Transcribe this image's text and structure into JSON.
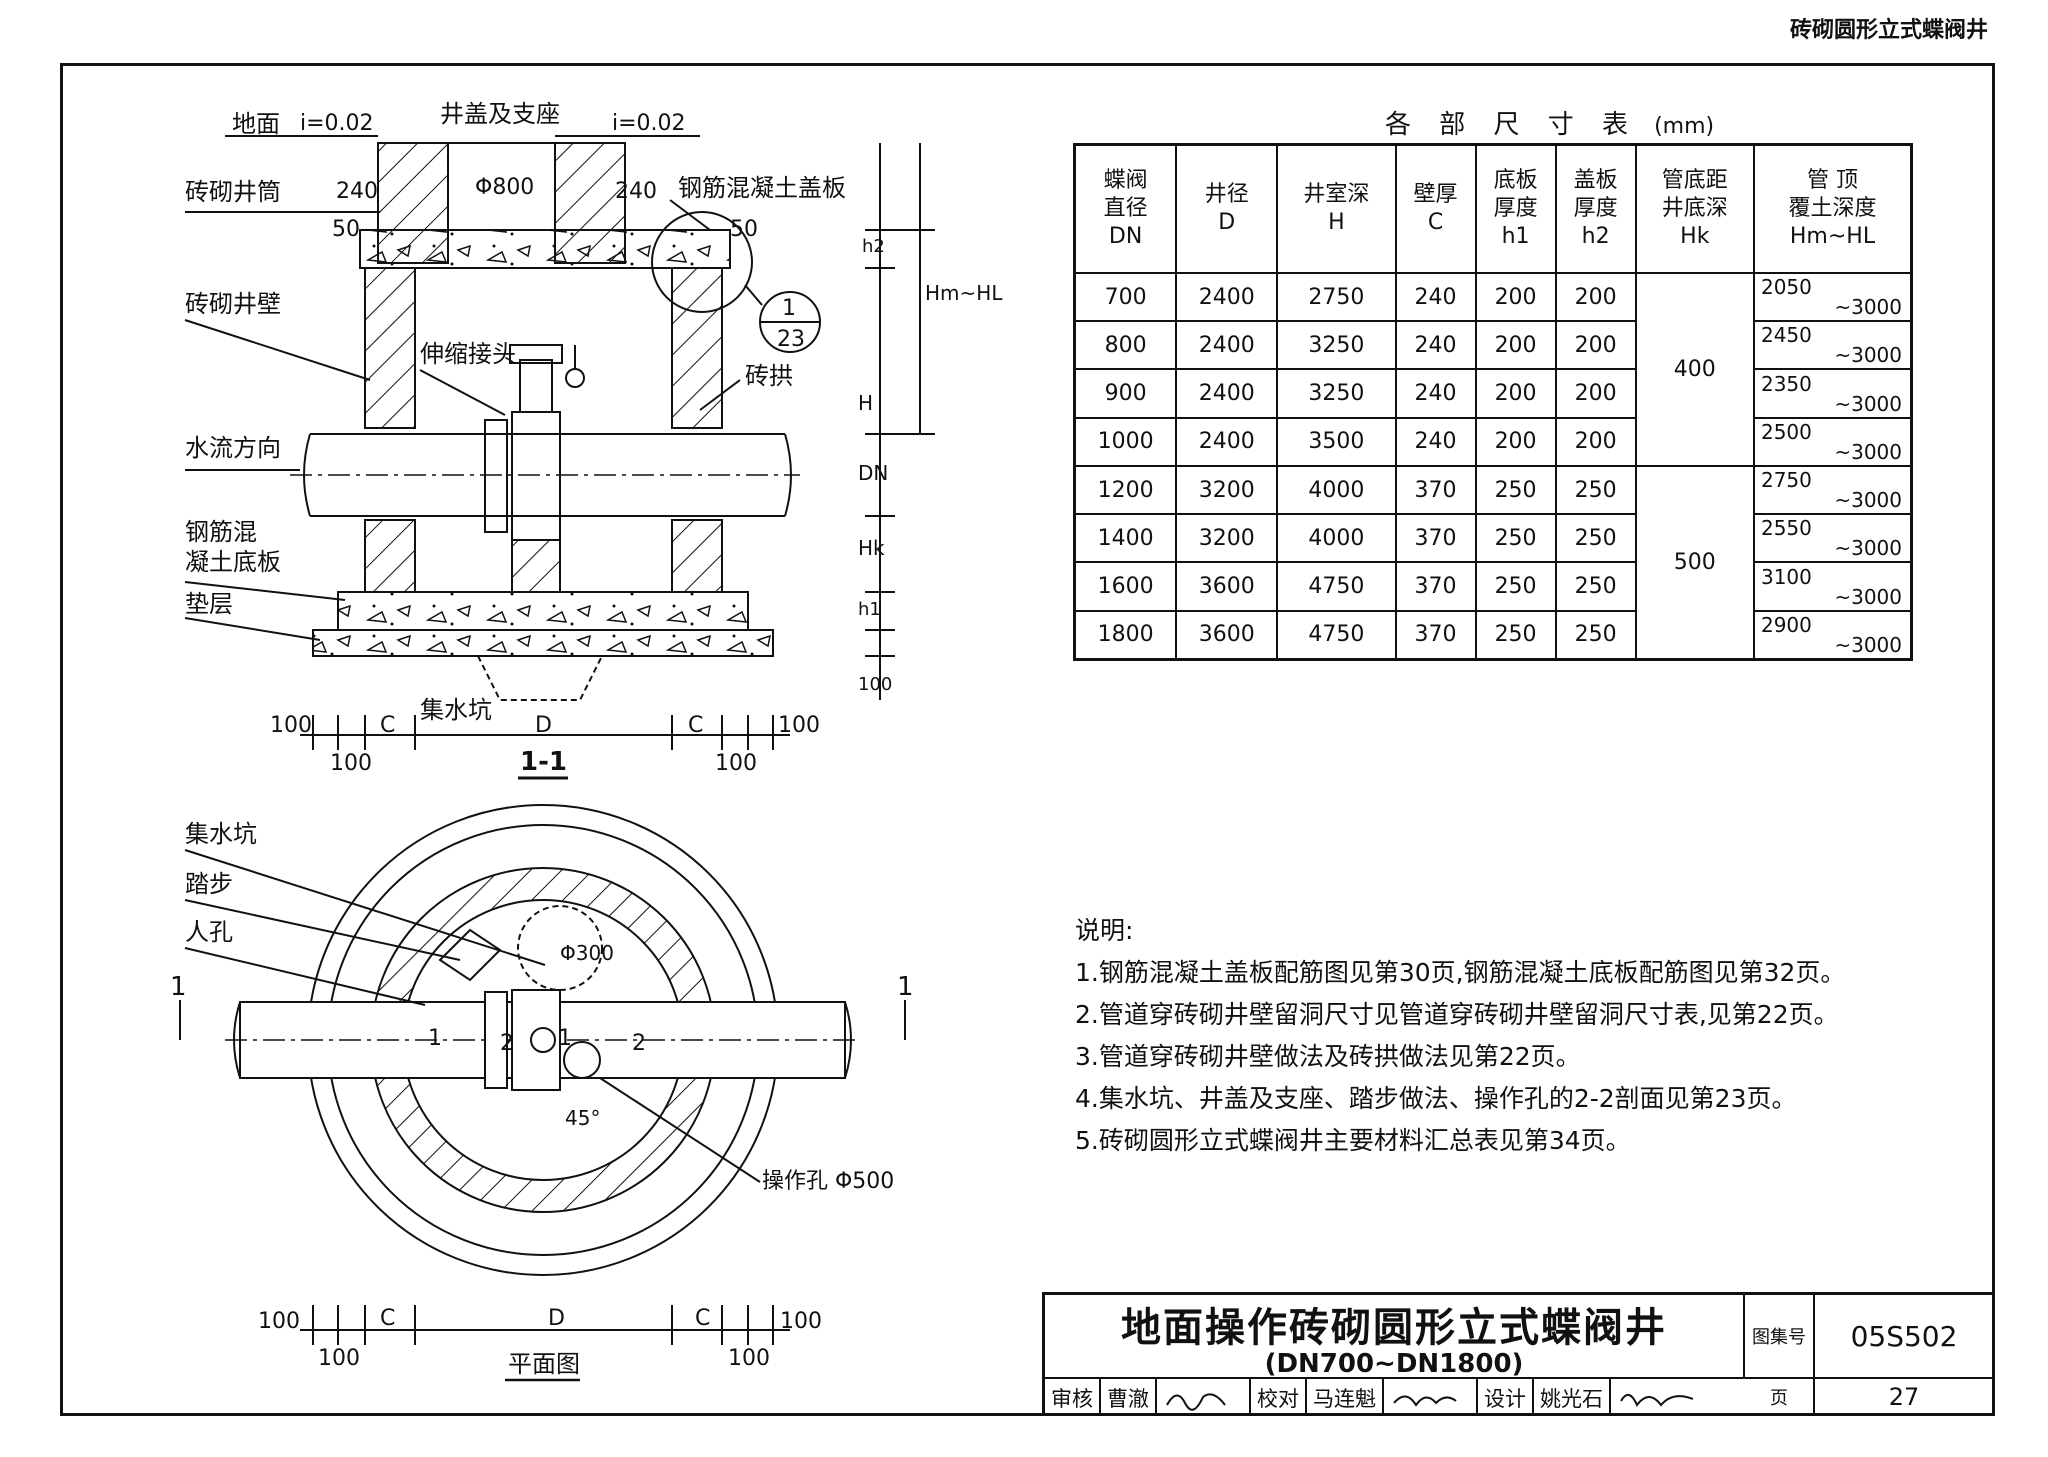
{
  "corner_title": "砖砌圆形立式蝶阀井",
  "section": {
    "label_ground": "地面",
    "slope_left": "i=0.02",
    "slope_right": "i=0.02",
    "label_cover_support": "井盖及支座",
    "label_brick_shaft": "砖砌井筒",
    "label_rc_cover": "钢筋混凝土盖板",
    "label_brick_wall": "砖砌井壁",
    "label_expansion_joint": "伸缩接头",
    "label_brick_arch": "砖拱",
    "label_flow_direction": "水流方向",
    "label_rc_base_1": "钢筋混",
    "label_rc_base_2": "凝土底板",
    "label_cushion": "垫层",
    "label_sump": "集水坑",
    "dim_240_left": "240",
    "dim_240_right": "240",
    "dim_50_left": "50",
    "dim_50_right": "50",
    "dim_phi800": "Φ800",
    "detail_num": "1",
    "detail_page": "23",
    "dim_h2": "h2",
    "dim_hm_hl": "Hm~HL",
    "dim_H": "H",
    "dim_DN": "DN",
    "dim_Hk": "Hk",
    "dim_h1": "h1",
    "dim_100_v": "100",
    "dim_100_a": "100",
    "dim_C_a": "C",
    "dim_D": "D",
    "dim_C_b": "C",
    "dim_100_b": "100",
    "dim_100_c": "100",
    "dim_100_d": "100",
    "section_label": "1-1"
  },
  "plan": {
    "label_sump": "集水坑",
    "label_step": "踏步",
    "label_manhole": "人孔",
    "label_phi300": "Φ300",
    "label_angle": "45°",
    "label_op_hole": "操作孔 Φ500",
    "cut_left": "1",
    "cut_right": "1",
    "cut_1": "1",
    "cut_2a": "2",
    "cut_1b": "1",
    "cut_2b": "2",
    "dim_100_a": "100",
    "dim_C_a": "C",
    "dim_D": "D",
    "dim_C_b": "C",
    "dim_100_b": "100",
    "dim_100_c": "100",
    "dim_100_d": "100",
    "caption": "平面图"
  },
  "table": {
    "caption": "各 部 尺 寸 表",
    "unit": "(mm)",
    "headers": [
      {
        "l1": "蝶阀",
        "l2": "直径",
        "l3": "DN"
      },
      {
        "l1": "井径",
        "l2": "",
        "l3": "D"
      },
      {
        "l1": "井室深",
        "l2": "",
        "l3": "H"
      },
      {
        "l1": "壁厚",
        "l2": "",
        "l3": "C"
      },
      {
        "l1": "底板",
        "l2": "厚度",
        "l3": "h1"
      },
      {
        "l1": "盖板",
        "l2": "厚度",
        "l3": "h2"
      },
      {
        "l1": "管底距",
        "l2": "井底深",
        "l3": "Hk"
      },
      {
        "l1": "管 顶",
        "l2": "覆土深度",
        "l3": "Hm~HL"
      }
    ],
    "rows": [
      {
        "dn": "700",
        "d": "2400",
        "h": "2750",
        "c": "240",
        "h1": "200",
        "h2": "200",
        "cover": "2050",
        "to": "~3000"
      },
      {
        "dn": "800",
        "d": "2400",
        "h": "3250",
        "c": "240",
        "h1": "200",
        "h2": "200",
        "cover": "2450",
        "to": "~3000"
      },
      {
        "dn": "900",
        "d": "2400",
        "h": "3250",
        "c": "240",
        "h1": "200",
        "h2": "200",
        "cover": "2350",
        "to": "~3000"
      },
      {
        "dn": "1000",
        "d": "2400",
        "h": "3500",
        "c": "240",
        "h1": "200",
        "h2": "200",
        "cover": "2500",
        "to": "~3000"
      },
      {
        "dn": "1200",
        "d": "3200",
        "h": "4000",
        "c": "370",
        "h1": "250",
        "h2": "250",
        "cover": "2750",
        "to": "~3000"
      },
      {
        "dn": "1400",
        "d": "3200",
        "h": "4000",
        "c": "370",
        "h1": "250",
        "h2": "250",
        "cover": "2550",
        "to": "~3000"
      },
      {
        "dn": "1600",
        "d": "3600",
        "h": "4750",
        "c": "370",
        "h1": "250",
        "h2": "250",
        "cover": "3100",
        "to": "~3000"
      },
      {
        "dn": "1800",
        "d": "3600",
        "h": "4750",
        "c": "370",
        "h1": "250",
        "h2": "250",
        "cover": "2900",
        "to": "~3000"
      }
    ],
    "hk_group_1": "400",
    "hk_group_2": "500"
  },
  "notes": {
    "heading": "说明:",
    "items": [
      "1.钢筋混凝土盖板配筋图见第30页,钢筋混凝土底板配筋图见第32页。",
      "2.管道穿砖砌井壁留洞尺寸见管道穿砖砌井壁留洞尺寸表,见第22页。",
      "3.管道穿砖砌井壁做法及砖拱做法见第22页。",
      "4.集水坑、井盖及支座、踏步做法、操作孔的2-2剖面见第23页。",
      "5.砖砌圆形立式蝶阀井主要材料汇总表见第34页。"
    ]
  },
  "title_block": {
    "title": "地面操作砖砌圆形立式蝶阀井",
    "subtitle": "(DN700~DN1800)",
    "atlas_label": "图集号",
    "atlas_no": "05S502",
    "page_label": "页",
    "page_no": "27",
    "review_label": "审核",
    "review_name": "曹澈",
    "check_label": "校对",
    "check_name": "马连魁",
    "design_label": "设计",
    "design_name": "姚光石"
  }
}
